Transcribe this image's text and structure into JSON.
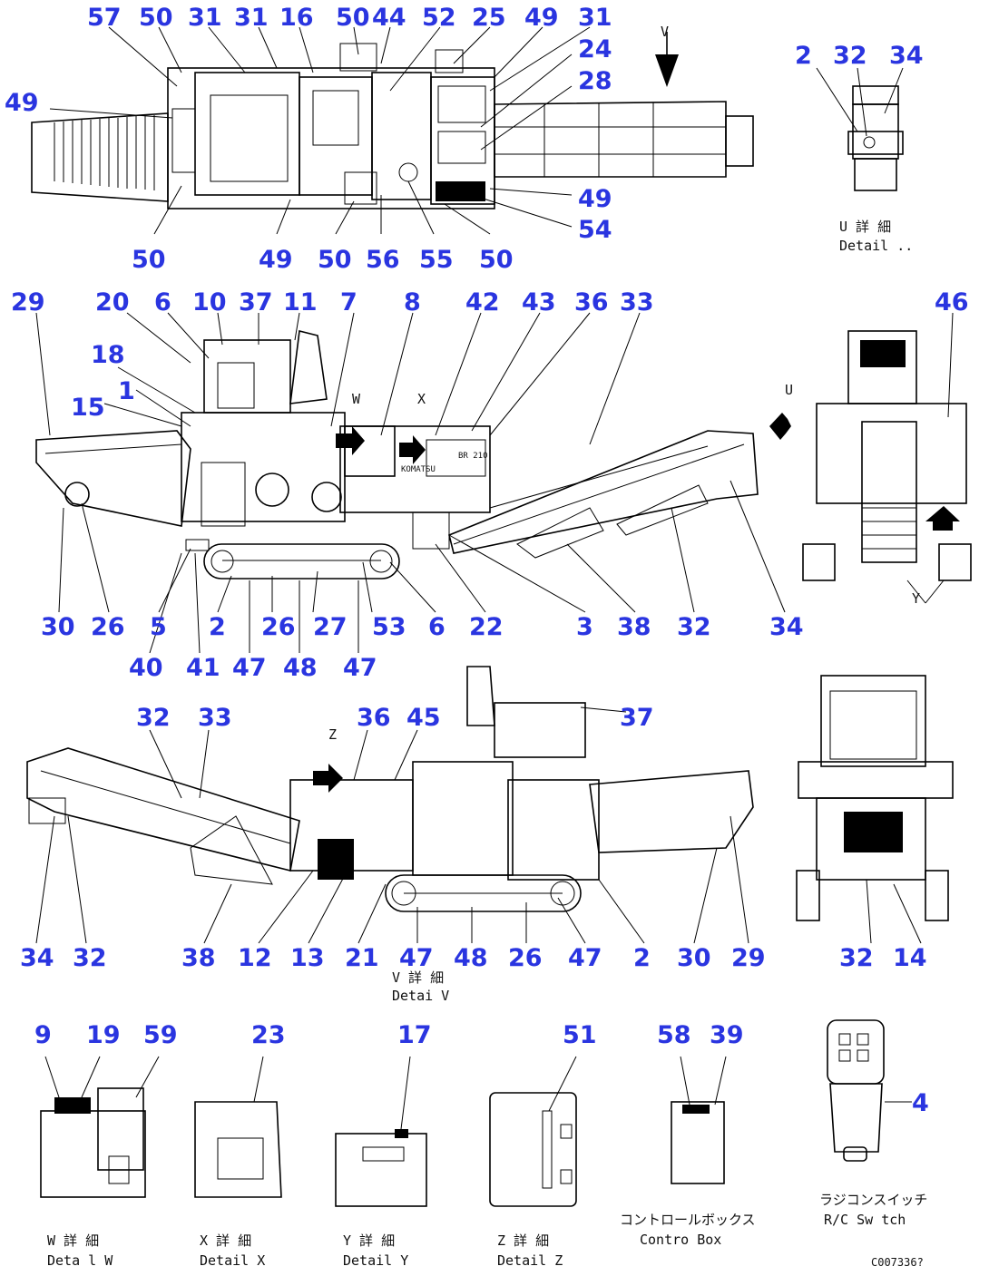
{
  "drawing_code": "C007336?",
  "top_view": {
    "labels_top": [
      "57",
      "50",
      "31",
      "31",
      "16",
      "50",
      "44",
      "52",
      "25",
      "49",
      "31"
    ],
    "label_left": "49",
    "labels_right": [
      "24",
      "28",
      "49",
      "54"
    ],
    "labels_bottom": [
      "50",
      "49",
      "50",
      "56",
      "55",
      "50"
    ],
    "arrow_label": "V"
  },
  "detail_u": {
    "labels": [
      "2",
      "32",
      "34"
    ],
    "caption_jp": "U 詳 細",
    "caption_en": "Detail .."
  },
  "side_view_1": {
    "labels_top": [
      "29",
      "20",
      "6",
      "10",
      "37",
      "11",
      "7",
      "8",
      "42",
      "43",
      "36",
      "33"
    ],
    "labels_left": [
      "18",
      "15",
      "1"
    ],
    "label_right": "46",
    "labels_bottom": [
      "30",
      "26",
      "5",
      "2",
      "26",
      "27",
      "53",
      "6",
      "22",
      "3",
      "38",
      "32",
      "34"
    ],
    "labels_bottom2": [
      "40",
      "41",
      "47",
      "48",
      "47"
    ],
    "markers": [
      "W",
      "X",
      "U",
      "Y"
    ],
    "brand": "KOMATSU",
    "model": "BR 210"
  },
  "side_view_2": {
    "labels_top": [
      "32",
      "33",
      "36",
      "45",
      "37"
    ],
    "marker": "Z",
    "labels_bottom": [
      "34",
      "32",
      "38",
      "12",
      "13",
      "21",
      "47",
      "48",
      "26",
      "47",
      "2",
      "30",
      "29"
    ],
    "caption_jp": "V 詳 細",
    "caption_en": "Detai V"
  },
  "rear_view": {
    "labels": [
      "32",
      "14"
    ]
  },
  "details": [
    {
      "labels": [
        "9",
        "19",
        "59"
      ],
      "caption_jp": "W 詳 細",
      "caption_en": "Deta l W"
    },
    {
      "labels": [
        "23"
      ],
      "caption_jp": "X 詳 細",
      "caption_en": "Detail X"
    },
    {
      "labels": [
        "17"
      ],
      "caption_jp": "Y 詳 細",
      "caption_en": "Detail Y"
    },
    {
      "labels": [
        "51"
      ],
      "caption_jp": "Z 詳 細",
      "caption_en": "Detail Z"
    },
    {
      "labels": [
        "58",
        "39"
      ],
      "caption_jp": "コントロールボックス",
      "caption_en": "Contro  Box"
    },
    {
      "labels": [
        "4"
      ],
      "caption_jp": "ラジコンスイッチ",
      "caption_en": "R/C Sw tch"
    }
  ]
}
